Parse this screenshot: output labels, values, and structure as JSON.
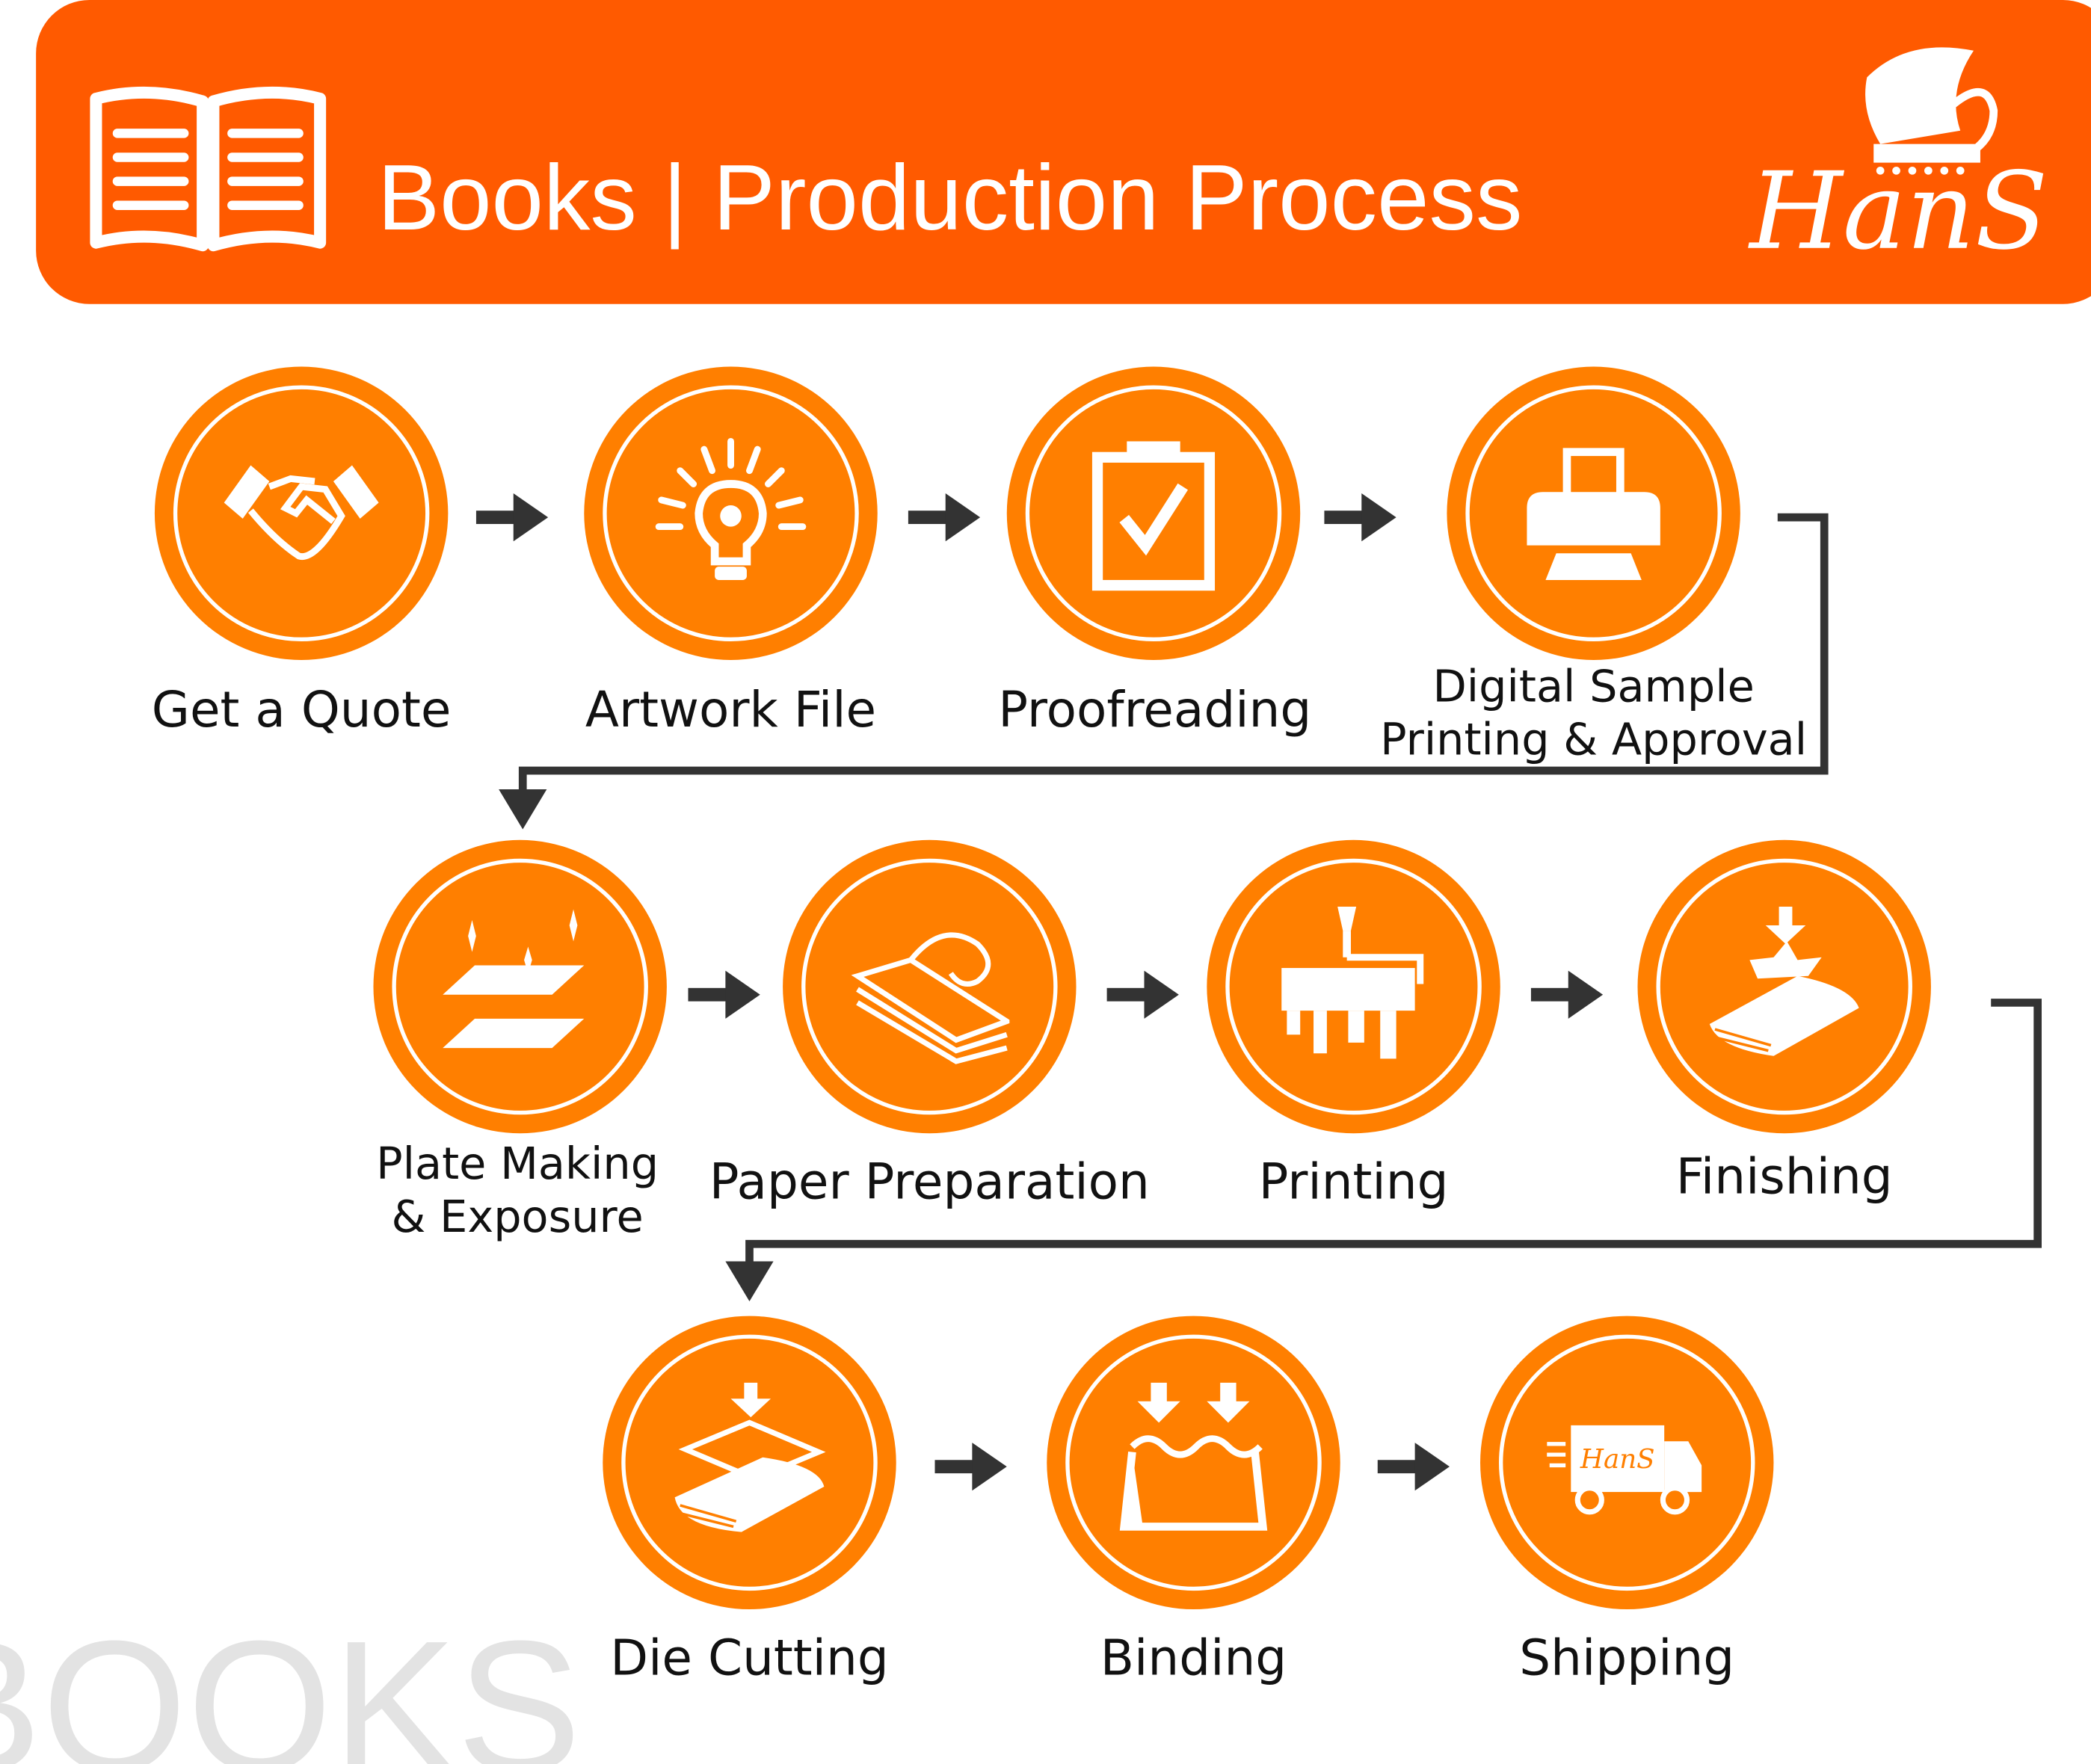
{
  "header": {
    "title": "Books | Production Process",
    "logo_text": "HanS"
  },
  "watermark": "BOOKS",
  "colors": {
    "header": "#FF5A00",
    "circle": "#FF7F00",
    "arrow": "#333333",
    "watermark": "#E3E3E3"
  },
  "steps": [
    {
      "label": "Get a Quote",
      "icon": "handshake-icon"
    },
    {
      "label": "Artwork File",
      "icon": "lightbulb-icon"
    },
    {
      "label": "Proofreading",
      "icon": "clipboard-check-icon"
    },
    {
      "label_line1": "Digital Sample",
      "label_line2": "Printing & Approval",
      "icon": "printer-icon"
    },
    {
      "label_line1": "Plate Making",
      "label_line2": "& Exposure",
      "icon": "plates-icon"
    },
    {
      "label": "Paper Preparation",
      "icon": "paper-stack-icon"
    },
    {
      "label": "Printing",
      "icon": "paint-roller-icon"
    },
    {
      "label": "Finishing",
      "icon": "book-finish-icon"
    },
    {
      "label": "Die Cutting",
      "icon": "die-cut-icon"
    },
    {
      "label": "Binding",
      "icon": "binding-icon"
    },
    {
      "label": "Shipping",
      "icon": "truck-icon"
    }
  ],
  "truck_text": "HanS"
}
